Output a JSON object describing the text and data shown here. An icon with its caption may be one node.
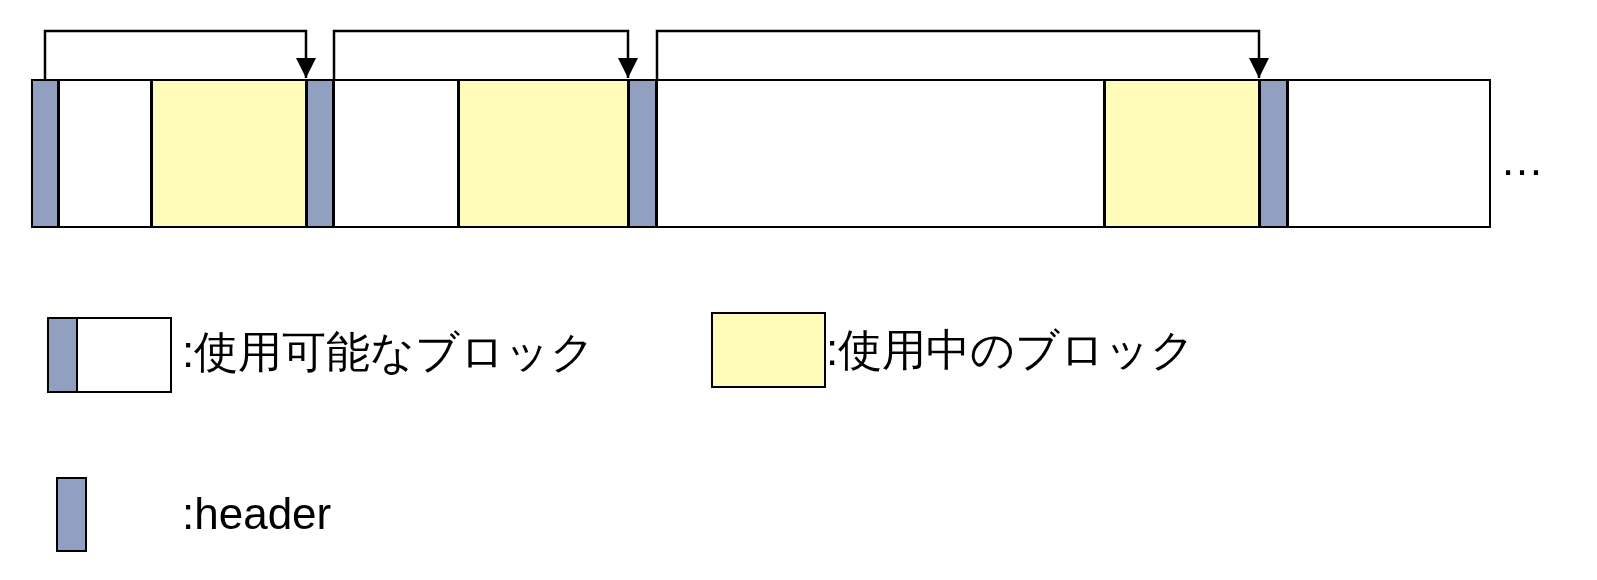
{
  "diagram": {
    "nodes": [
      {
        "text": [],
        "shape": "bar"
      },
      {
        "text": [],
        "shape": "box"
      },
      {
        "text": [],
        "shape": "box"
      },
      {
        "text": [],
        "shape": "bar"
      },
      {
        "text": [],
        "shape": "box"
      },
      {
        "text": [],
        "shape": "box"
      },
      {
        "text": [],
        "shape": "bar"
      },
      {
        "text": [],
        "shape": "box"
      },
      {
        "text": [],
        "shape": "box"
      },
      {
        "text": [],
        "shape": "bar"
      },
      {
        "text": [],
        "shape": "box"
      }
    ],
    "edges": [
      {
        "from": 0,
        "to": 3,
        "arrow": "to"
      },
      {
        "from": 3,
        "to": 6,
        "arrow": "to"
      },
      {
        "from": 6,
        "to": 9,
        "arrow": "to"
      }
    ],
    "labels": [
      "…"
    ],
    "legend": [
      {
        "text": ":使用可能なブロック"
      },
      {
        "text": ":使用中のブロック",
        "color": "#fffbb9"
      },
      {
        "text": ":header",
        "color": "#919fc0"
      }
    ]
  }
}
